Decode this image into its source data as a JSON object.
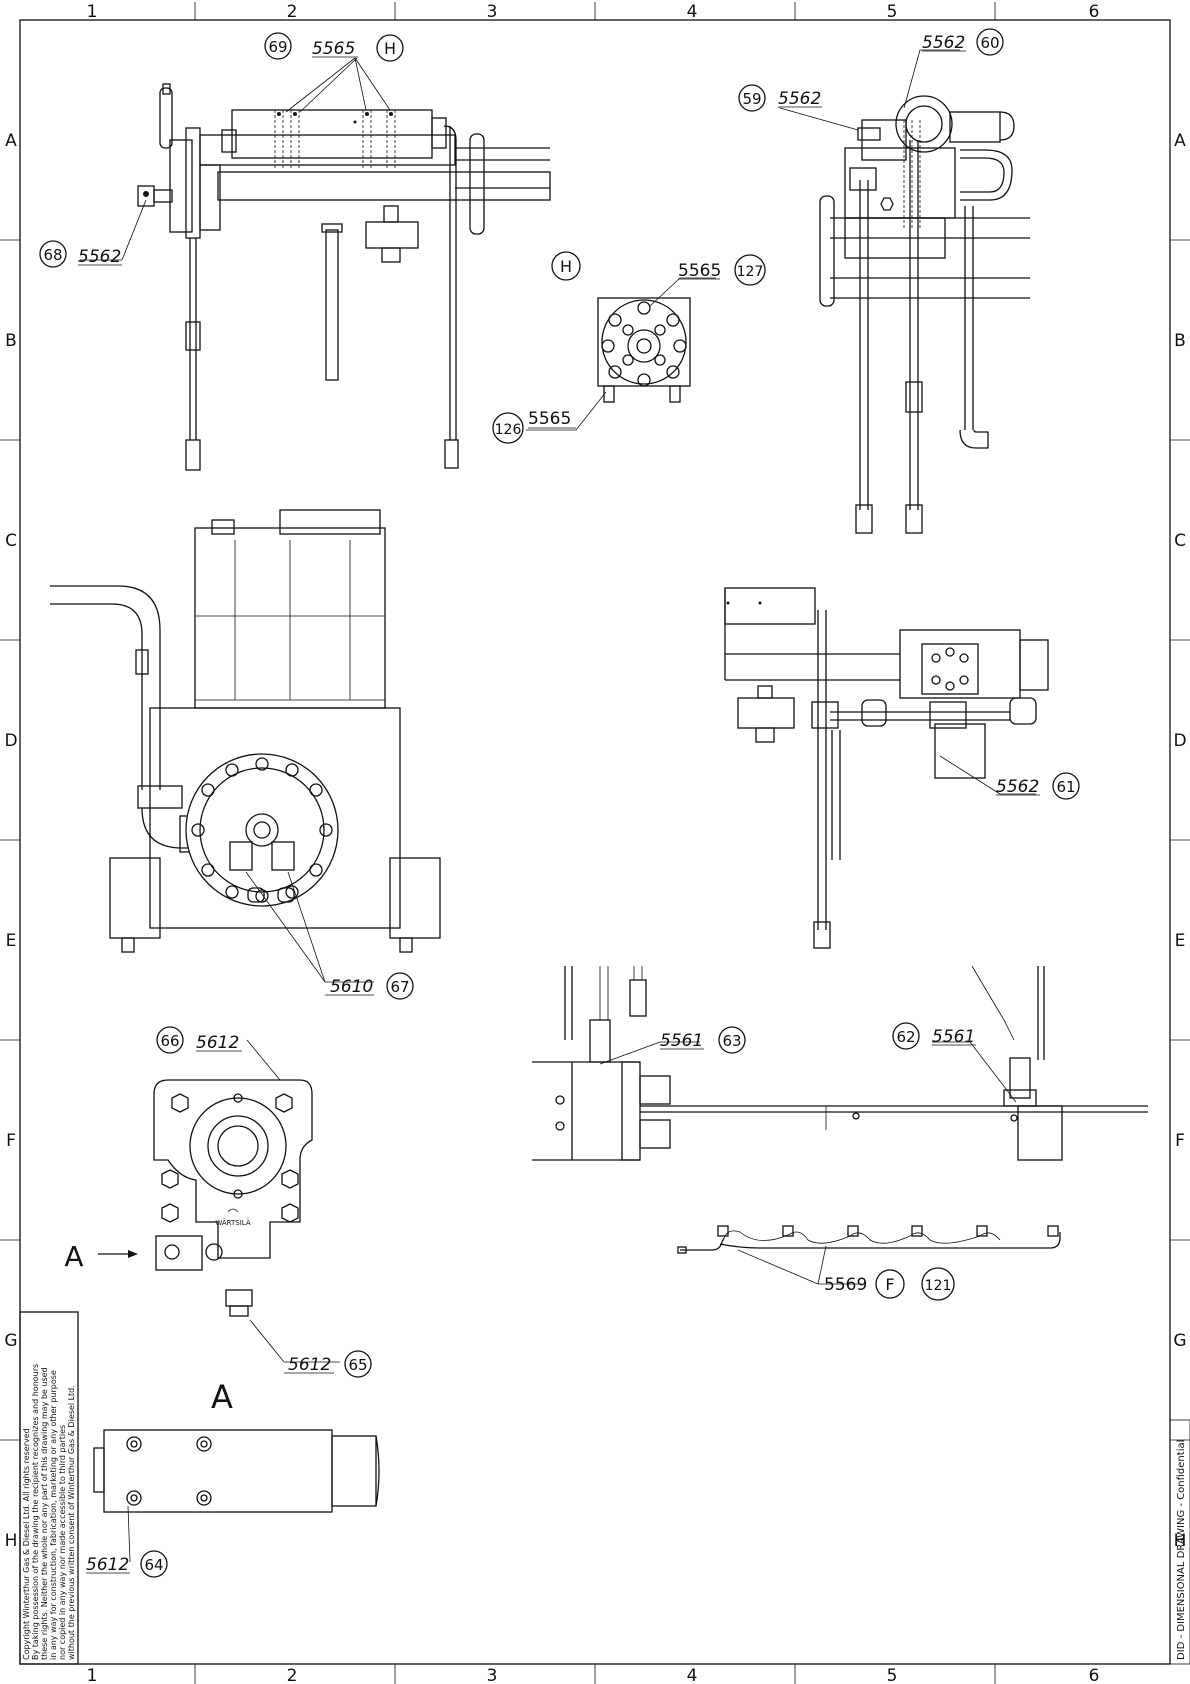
{
  "frame": {
    "columns": [
      "1",
      "2",
      "3",
      "4",
      "5",
      "6"
    ],
    "rows": [
      "A",
      "B",
      "C",
      "D",
      "E",
      "F",
      "G",
      "H"
    ]
  },
  "title_block": {
    "copyright_lines": [
      "Copyright Winterthur Gas & Diesel Ltd. All rights reserved",
      "By taking possession of the drawing the recipient recognizes and honours",
      "these rights. Neither the whole nor any part of this drawing may be used",
      "in any way for construction, fabrication, marketing or any other purpose",
      "nor copied in any way nor made accessible to third parties",
      "without the previous written consent of Winterthur Gas & Diesel Ltd."
    ],
    "classification": "DID - DIMENSIONAL DRAWING - Confidential"
  },
  "callouts": {
    "c69": {
      "num": "69",
      "code": "5565",
      "view": "H"
    },
    "c68": {
      "num": "68",
      "code": "5562"
    },
    "c59": {
      "num": "59",
      "code": "5562"
    },
    "c60": {
      "num": "60",
      "code": "5562"
    },
    "h_view": {
      "view": "H"
    },
    "c127": {
      "num": "127",
      "code": "5565"
    },
    "c126": {
      "num": "126",
      "code": "5565"
    },
    "c61": {
      "num": "61",
      "code": "5562"
    },
    "c67": {
      "num": "67",
      "code": "5610"
    },
    "c66": {
      "num": "66",
      "code": "5612"
    },
    "c63": {
      "num": "63",
      "code": "5561"
    },
    "c62": {
      "num": "62",
      "code": "5561"
    },
    "c121": {
      "num": "121",
      "code": "5569",
      "view": "F"
    },
    "c65": {
      "num": "65",
      "code": "5612"
    },
    "c64": {
      "num": "64",
      "code": "5612"
    }
  },
  "view_labels": {
    "arrow_a": "A",
    "section_a": "A",
    "brand": "WÄRTSILÄ"
  }
}
